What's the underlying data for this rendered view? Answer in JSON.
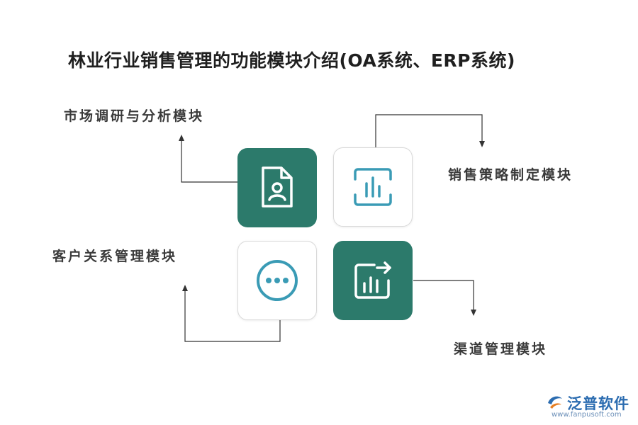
{
  "title": "林业行业销售管理的功能模块介绍(OA系统、ERP系统)",
  "modules": {
    "market_research": "市场调研与分析模块",
    "sales_strategy": "销售策略制定模块",
    "customer_relations": "客户关系管理模块",
    "channel_management": "渠道管理模块"
  },
  "colors": {
    "primary": "#2c7a6b",
    "accent": "#3a9bb5",
    "logo": "#2b6cb0"
  },
  "icons": {
    "market_research": "document-person-icon",
    "sales_strategy": "bar-chart-frame-icon",
    "customer_relations": "more-dots-icon",
    "channel_management": "chart-arrow-icon"
  },
  "brand": {
    "name": "泛普软件",
    "url": "www.fanpusoft.com"
  }
}
